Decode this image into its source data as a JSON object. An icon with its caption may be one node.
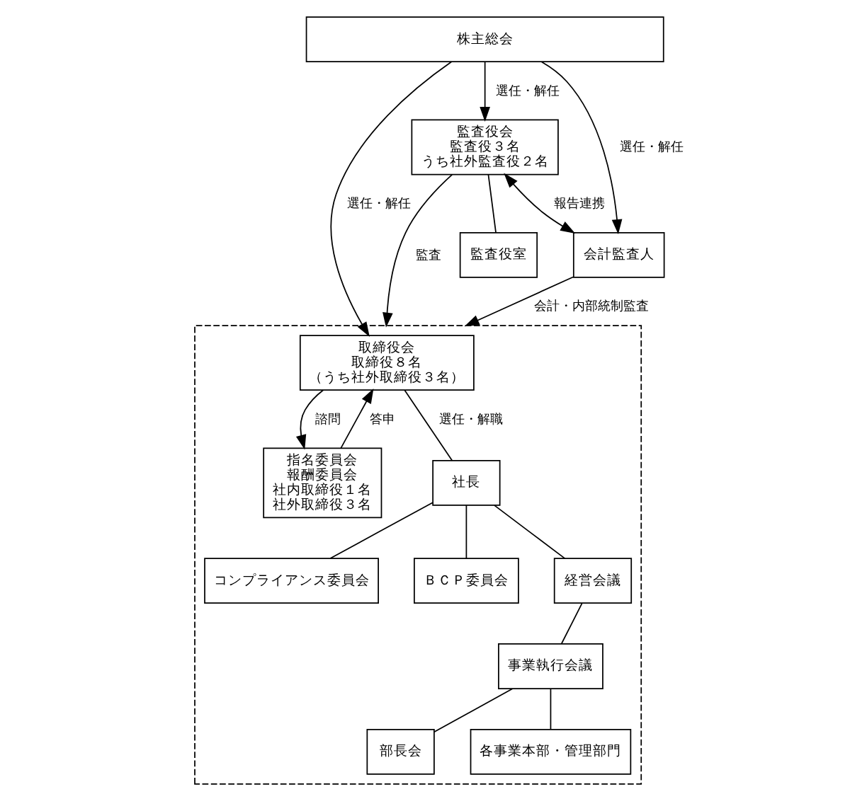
{
  "diagram": {
    "nodes": [
      {
        "text": [
          "株主総会"
        ]
      },
      {
        "text": [],
        "shape": "box"
      },
      {
        "text": [
          "監査役会",
          "監査役３名",
          "うち社外監査役２名"
        ]
      },
      {
        "text": [
          "監査役室"
        ]
      },
      {
        "text": [
          "会計監査人"
        ]
      },
      {
        "text": [
          "取締役会",
          "取締役８名",
          "（うち社外取締役３名）"
        ],
        "in": 1
      },
      {
        "text": [
          "指名委員会",
          "報酬委員会",
          "社内取締役１名",
          "社外取締役３名"
        ],
        "in": 1
      },
      {
        "text": [
          "社長"
        ],
        "in": 1
      },
      {
        "text": [
          "コンプライアンス委員会"
        ],
        "in": 1
      },
      {
        "text": [
          "ＢＣＰ委員会"
        ],
        "in": 1
      },
      {
        "text": [
          "経営会議"
        ],
        "in": 1
      },
      {
        "text": [
          "事業執行会議"
        ],
        "in": 1
      },
      {
        "text": [
          "部長会"
        ],
        "in": 1
      },
      {
        "text": [
          "各事業本部・管理部門"
        ],
        "in": 1
      }
    ],
    "edges": [
      {
        "from": 0,
        "to": 2,
        "arrow": "to",
        "label": "選任・解任"
      },
      {
        "from": 0,
        "to": 5,
        "arrow": "to",
        "label": "選任・解任"
      },
      {
        "from": 0,
        "to": 4,
        "arrow": "to",
        "label": "選任・解任"
      },
      {
        "from": 2,
        "to": 1,
        "arrow": "to",
        "label": "監査"
      },
      {
        "from": 2,
        "to": 4,
        "arrow": "both",
        "label": "報告連携"
      },
      {
        "from": 2,
        "to": 3,
        "arrow": "none"
      },
      {
        "from": 4,
        "to": 1,
        "arrow": "to",
        "label": "会計・内部統制監査"
      },
      {
        "from": 5,
        "to": 6,
        "arrow": "to",
        "label": "諮問"
      },
      {
        "from": 6,
        "to": 5,
        "arrow": "to",
        "label": "答申"
      },
      {
        "from": 5,
        "to": 7,
        "arrow": "none",
        "label": "選任・解職"
      },
      {
        "from": 7,
        "to": 8,
        "arrow": "none"
      },
      {
        "from": 7,
        "to": 9,
        "arrow": "none"
      },
      {
        "from": 7,
        "to": 10,
        "arrow": "none"
      },
      {
        "from": 10,
        "to": 11,
        "arrow": "none"
      },
      {
        "from": 11,
        "to": 12,
        "arrow": "none"
      },
      {
        "from": 11,
        "to": 13,
        "arrow": "none"
      }
    ]
  }
}
